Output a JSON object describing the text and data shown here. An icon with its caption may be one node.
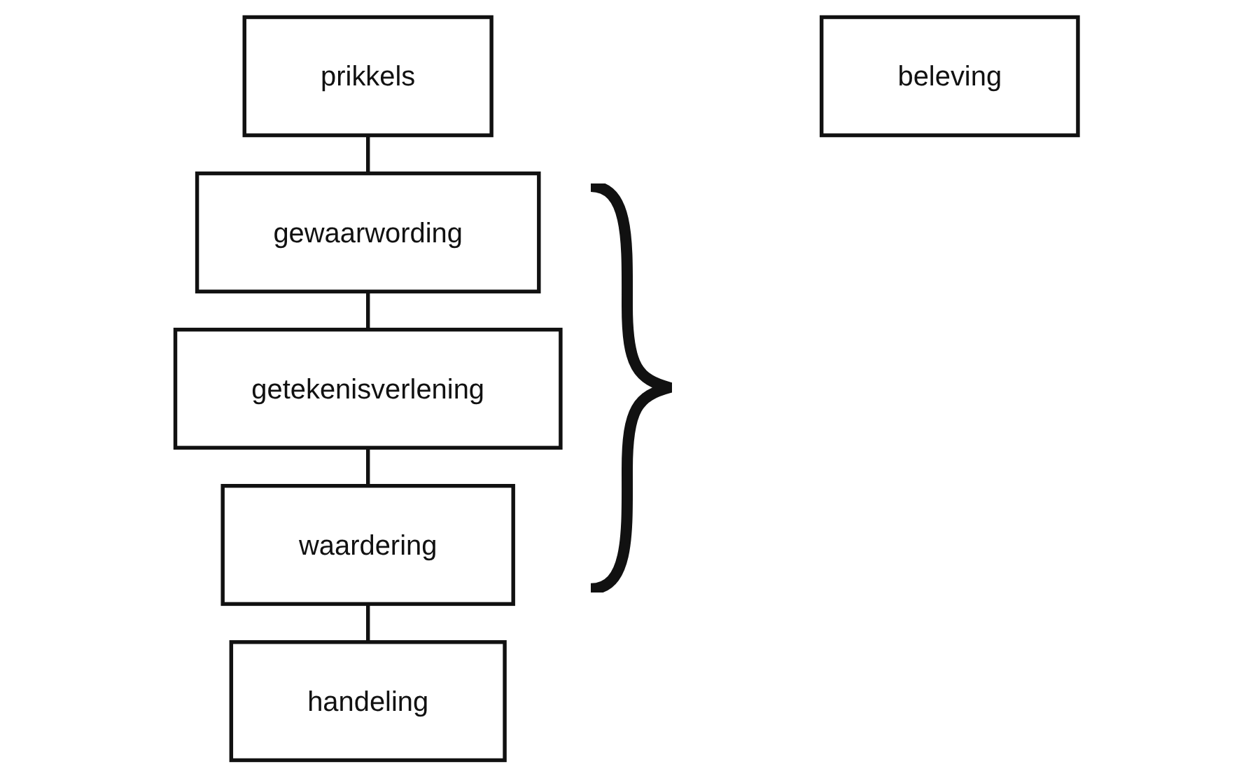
{
  "diagram": {
    "nodes": [
      {
        "text": [
          "prikkels"
        ]
      },
      {
        "text": [
          "gewaarwording"
        ]
      },
      {
        "text": [
          "getekenisverlening"
        ]
      },
      {
        "text": [
          "waardering"
        ]
      },
      {
        "text": [
          "handeling"
        ]
      },
      {
        "text": [
          "beleving"
        ]
      }
    ],
    "edges": [
      {
        "from": 0,
        "to": 1,
        "arrow": "none"
      },
      {
        "from": 1,
        "to": 2,
        "arrow": "none"
      },
      {
        "from": 2,
        "to": 3,
        "arrow": "none"
      },
      {
        "from": 3,
        "to": 4,
        "arrow": "none"
      }
    ]
  }
}
